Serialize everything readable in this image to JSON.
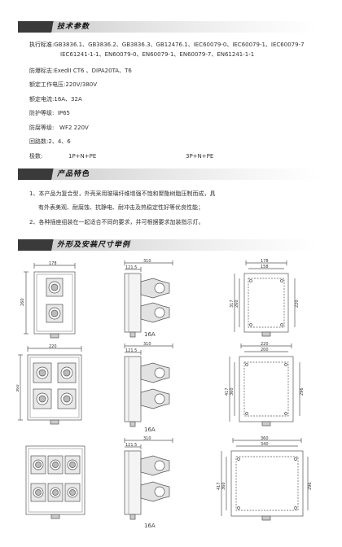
{
  "sections": {
    "tech": "技术参数",
    "features": "产品特色",
    "dimensions": "外形及安装尺寸举例"
  },
  "specs": {
    "standard_label": "执行标准:",
    "standard_line1": "GB3836.1、GB3836.2、GB3836.3、GB12476.1、IEC60079-0、IEC60079-1、IEC60079-7",
    "standard_line2": "IEC61241-1-1、EN60079-0、EN60079-1、EN60079-7、EN61241-1-1",
    "explosion_label": "防爆标志:",
    "explosion_value": "ExedII CT6 、DIPA20TA、T6",
    "voltage_label": "额定工作电压:",
    "voltage_value": "220V/380V",
    "current_label": "额定电流:",
    "current_value": "16A、32A",
    "ip_label": "防护等级:",
    "ip_value": "IP65",
    "corrosion_label": "防腐等级:",
    "corrosion_value": "WF2  220V",
    "circuits_label": "回路数:",
    "circuits_value": "2、4、6",
    "poles_label": "极数:",
    "poles_value_1": "1P+N+PE",
    "poles_value_2": "3P+N+PE"
  },
  "features": {
    "item1_line1": "1、本产品为复合型，外壳采用玻璃纤维增强不饱和聚酯树脂压制而成，具",
    "item1_line2": "有外表美观、耐腐蚀、抗静电、耐冲击及热稳定性好等优良性能；",
    "item2": "2、各种插座组装在一起适合不同的要求，并可根据要求加装指示灯。"
  },
  "drawings": [
    {
      "front_width": "178",
      "front_height": "260",
      "side_total": "310",
      "side_depth": "121.5",
      "rear_outer": "178",
      "rear_inner": "158",
      "rear_height_outer": "317",
      "rear_height_inner": "260",
      "rear_right": "220",
      "caption": "16A"
    },
    {
      "front_width": "220",
      "front_height": "360",
      "side_total": "310",
      "side_depth": "121.5",
      "rear_outer": "220",
      "rear_inner": "200",
      "rear_height_outer": "417",
      "rear_height_inner": "360",
      "rear_right": "296",
      "caption": "16A"
    },
    {
      "front_width": "",
      "side_total": "310",
      "side_depth": "121.5",
      "rear_outer": "360",
      "rear_inner": "340",
      "rear_height_outer": "417",
      "rear_height_inner": "360",
      "rear_right": "296",
      "caption": "16A"
    }
  ]
}
